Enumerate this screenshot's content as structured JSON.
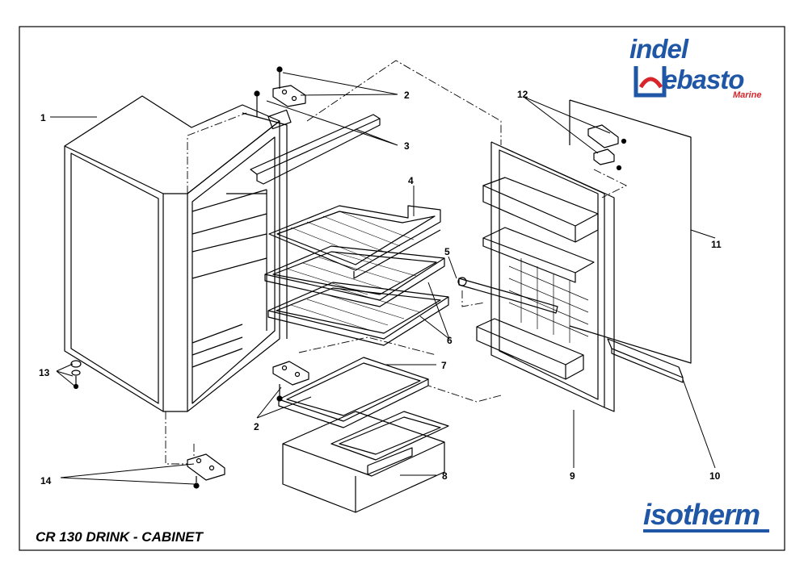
{
  "title": "CR 130 DRINK - CABINET",
  "logos": {
    "indel": "indel",
    "webasto": "ebasto",
    "marine": "Marine",
    "isotherm": "isotherm"
  },
  "part_labels": [
    "1",
    "2",
    "3",
    "4",
    "5",
    "6",
    "7",
    "2",
    "8",
    "9",
    "10",
    "11",
    "12",
    "13",
    "14"
  ],
  "colors": {
    "brand_blue": "#1f57a6",
    "brand_red": "#d7252b",
    "line": "#000000"
  }
}
